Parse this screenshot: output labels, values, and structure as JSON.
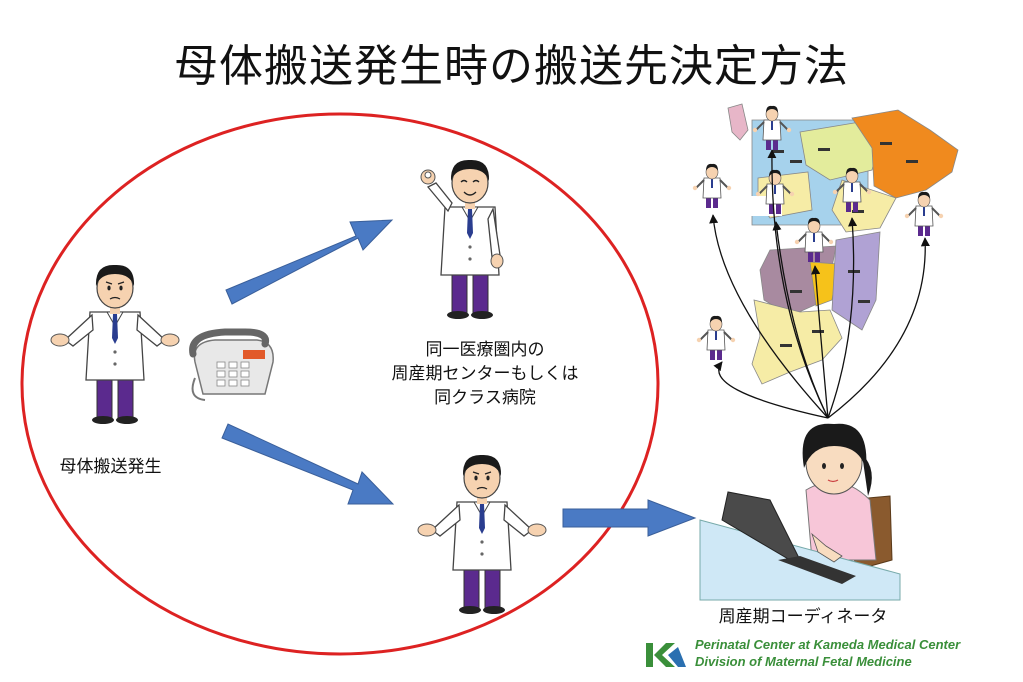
{
  "title": "母体搬送発生時の搬送先決定方法",
  "labels": {
    "mother": "母体搬送発生",
    "hospital_line1": "同一医療圏内の",
    "hospital_line2": "周産期センターもしくは",
    "hospital_line3": "同クラス病院",
    "coordinator": "周産期コーディネータ"
  },
  "footer": {
    "line1": "Perinatal Center at Kameda Medical Center",
    "line2": "Division of Maternal Fetal Medicine"
  },
  "colors": {
    "circle": "#dd2222",
    "arrow": "#4a7ac4",
    "footer_text": "#3a8f3a",
    "map_orange": "#f08a1e",
    "map_purple": "#b0a2d4",
    "map_mauve": "#a88aa0",
    "map_yellow": "#f6eca6",
    "map_blue": "#a6d2ec",
    "map_yellowgreen": "#e3ec9c"
  },
  "icons": [
    "doctor-ok-icon",
    "doctor-shrug-icon",
    "telephone-icon",
    "coordinator-laptop-icon",
    "prefecture-map-icon",
    "kameda-logo-icon"
  ]
}
